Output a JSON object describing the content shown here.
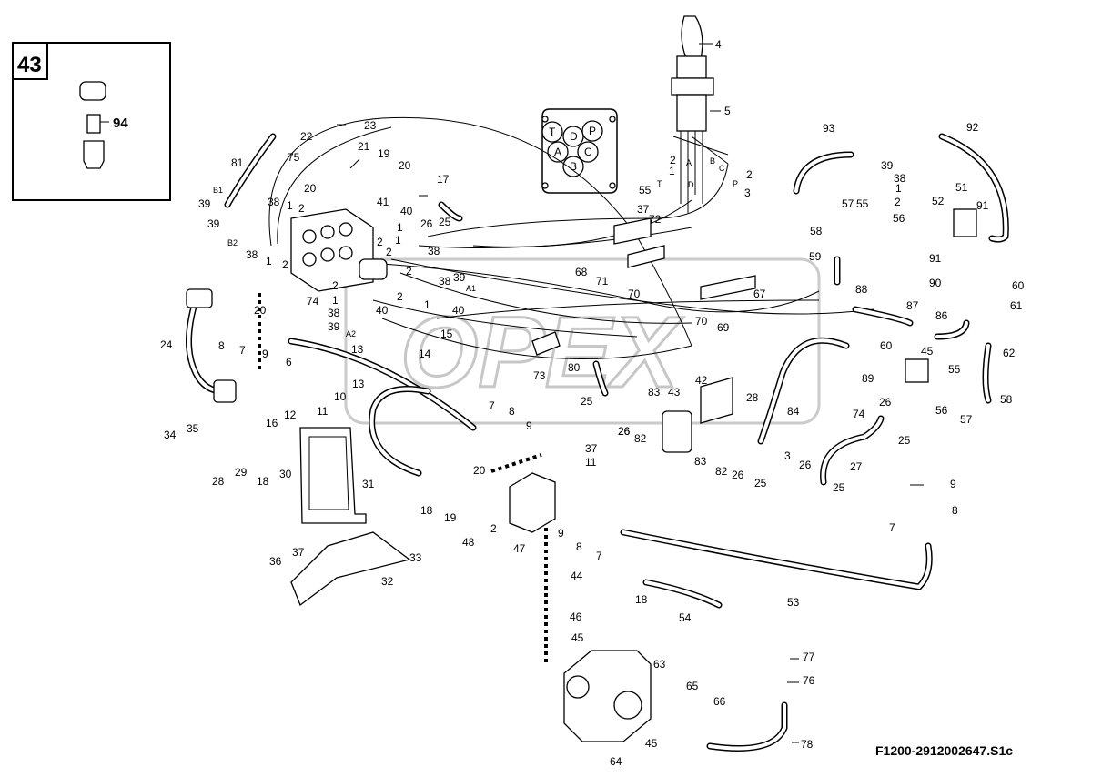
{
  "diagram": {
    "drawing_code": "F1200-2912002647.S1c",
    "inset": {
      "number": "43",
      "part_label": "94"
    },
    "watermark": "OPEX",
    "symbol_letters": [
      "T",
      "D",
      "P",
      "A",
      "C",
      "B"
    ],
    "port_labels": {
      "B1": "B1",
      "B2": "B2",
      "A1": "A1",
      "A2": "A2",
      "T": "T",
      "A": "A",
      "B": "B",
      "C": "C",
      "D": "D",
      "P": "P"
    },
    "callouts": [
      {
        "id": "c4",
        "text": "4"
      },
      {
        "id": "c5",
        "text": "5"
      },
      {
        "id": "c23",
        "text": "23"
      },
      {
        "id": "c22",
        "text": "22"
      },
      {
        "id": "c21",
        "text": "21"
      },
      {
        "id": "c19a",
        "text": "19"
      },
      {
        "id": "c20a",
        "text": "20"
      },
      {
        "id": "c81",
        "text": "81"
      },
      {
        "id": "c75",
        "text": "75"
      },
      {
        "id": "c17",
        "text": "17"
      },
      {
        "id": "c20b",
        "text": "20"
      },
      {
        "id": "c39a",
        "text": "39"
      },
      {
        "id": "c39b",
        "text": "39"
      },
      {
        "id": "c38a",
        "text": "38"
      },
      {
        "id": "c1a",
        "text": "1"
      },
      {
        "id": "c2a",
        "text": "2"
      },
      {
        "id": "c41",
        "text": "41"
      },
      {
        "id": "c40a",
        "text": "40"
      },
      {
        "id": "c26a",
        "text": "26"
      },
      {
        "id": "c25a",
        "text": "25"
      },
      {
        "id": "c1b",
        "text": "1"
      },
      {
        "id": "c2b",
        "text": "2"
      },
      {
        "id": "c38b",
        "text": "38"
      },
      {
        "id": "c2c",
        "text": "2"
      },
      {
        "id": "c1c",
        "text": "1"
      },
      {
        "id": "c2d",
        "text": "2"
      },
      {
        "id": "c39c",
        "text": "39"
      },
      {
        "id": "c38c",
        "text": "38"
      },
      {
        "id": "c2e",
        "text": "2"
      },
      {
        "id": "c1d",
        "text": "1"
      },
      {
        "id": "c40b",
        "text": "40"
      },
      {
        "id": "c74",
        "text": "74"
      },
      {
        "id": "c38d",
        "text": "38"
      },
      {
        "id": "c1e",
        "text": "1"
      },
      {
        "id": "c2f",
        "text": "2"
      },
      {
        "id": "c2g",
        "text": "2"
      },
      {
        "id": "c1f",
        "text": "1"
      },
      {
        "id": "c38e",
        "text": "38"
      },
      {
        "id": "c39d",
        "text": "39"
      },
      {
        "id": "c40c",
        "text": "40"
      },
      {
        "id": "c20c",
        "text": "20"
      },
      {
        "id": "c15",
        "text": "15"
      },
      {
        "id": "c13a",
        "text": "13"
      },
      {
        "id": "c14",
        "text": "14"
      },
      {
        "id": "c24",
        "text": "24"
      },
      {
        "id": "c8a",
        "text": "8"
      },
      {
        "id": "c7a",
        "text": "7"
      },
      {
        "id": "c9a",
        "text": "9"
      },
      {
        "id": "c6",
        "text": "6"
      },
      {
        "id": "c13b",
        "text": "13"
      },
      {
        "id": "c10",
        "text": "10"
      },
      {
        "id": "c16",
        "text": "16"
      },
      {
        "id": "c12",
        "text": "12"
      },
      {
        "id": "c11a",
        "text": "11"
      },
      {
        "id": "c34",
        "text": "34"
      },
      {
        "id": "c35",
        "text": "35"
      },
      {
        "id": "c28a",
        "text": "28"
      },
      {
        "id": "c29",
        "text": "29"
      },
      {
        "id": "c18a",
        "text": "18"
      },
      {
        "id": "c30",
        "text": "30"
      },
      {
        "id": "c31",
        "text": "31"
      },
      {
        "id": "c36",
        "text": "36"
      },
      {
        "id": "c37a",
        "text": "37"
      },
      {
        "id": "c33",
        "text": "33"
      },
      {
        "id": "c32",
        "text": "32"
      },
      {
        "id": "c7b",
        "text": "7"
      },
      {
        "id": "c8b",
        "text": "8"
      },
      {
        "id": "c9b",
        "text": "9"
      },
      {
        "id": "c37b",
        "text": "37"
      },
      {
        "id": "c11b",
        "text": "11"
      },
      {
        "id": "c20d",
        "text": "20"
      },
      {
        "id": "c18b",
        "text": "18"
      },
      {
        "id": "c19b",
        "text": "19"
      },
      {
        "id": "c2h",
        "text": "2"
      },
      {
        "id": "c48",
        "text": "48"
      },
      {
        "id": "c47",
        "text": "47"
      },
      {
        "id": "c9c",
        "text": "9"
      },
      {
        "id": "c8c",
        "text": "8"
      },
      {
        "id": "c7c",
        "text": "7"
      },
      {
        "id": "c73",
        "text": "73"
      },
      {
        "id": "c80",
        "text": "80"
      },
      {
        "id": "c25b",
        "text": "25"
      },
      {
        "id": "c26b",
        "text": "26"
      },
      {
        "id": "c83a",
        "text": "83"
      },
      {
        "id": "c43",
        "text": "43"
      },
      {
        "id": "c42",
        "text": "42"
      },
      {
        "id": "c28b",
        "text": "28"
      },
      {
        "id": "c26c",
        "text": "26"
      },
      {
        "id": "c82a",
        "text": "82"
      },
      {
        "id": "c83b",
        "text": "83"
      },
      {
        "id": "c82b",
        "text": "82"
      },
      {
        "id": "c26d",
        "text": "26"
      },
      {
        "id": "c25c",
        "text": "25"
      },
      {
        "id": "c84",
        "text": "84"
      },
      {
        "id": "c2i",
        "text": "2"
      },
      {
        "id": "c1g",
        "text": "1"
      },
      {
        "id": "c55a",
        "text": "55"
      },
      {
        "id": "c2j",
        "text": "2"
      },
      {
        "id": "c3a",
        "text": "3"
      },
      {
        "id": "c37c",
        "text": "37"
      },
      {
        "id": "c72",
        "text": "72"
      },
      {
        "id": "c68",
        "text": "68"
      },
      {
        "id": "c71",
        "text": "71"
      },
      {
        "id": "c70a",
        "text": "70"
      },
      {
        "id": "c67",
        "text": "67"
      },
      {
        "id": "c70b",
        "text": "70"
      },
      {
        "id": "c69",
        "text": "69"
      },
      {
        "id": "c93",
        "text": "93"
      },
      {
        "id": "c92",
        "text": "92"
      },
      {
        "id": "c39e",
        "text": "39"
      },
      {
        "id": "c38f",
        "text": "38"
      },
      {
        "id": "c1h",
        "text": "1"
      },
      {
        "id": "c2k",
        "text": "2"
      },
      {
        "id": "c57a",
        "text": "57"
      },
      {
        "id": "c55b",
        "text": "55"
      },
      {
        "id": "c58a",
        "text": "58"
      },
      {
        "id": "c56a",
        "text": "56"
      },
      {
        "id": "c59",
        "text": "59"
      },
      {
        "id": "c52",
        "text": "52"
      },
      {
        "id": "c51",
        "text": "51"
      },
      {
        "id": "c91a",
        "text": "91"
      },
      {
        "id": "c91b",
        "text": "91"
      },
      {
        "id": "c90",
        "text": "90"
      },
      {
        "id": "c60a",
        "text": "60"
      },
      {
        "id": "c61",
        "text": "61"
      },
      {
        "id": "c88",
        "text": "88"
      },
      {
        "id": "c87",
        "text": "87"
      },
      {
        "id": "c86",
        "text": "86"
      },
      {
        "id": "c60b",
        "text": "60"
      },
      {
        "id": "c45a",
        "text": "45"
      },
      {
        "id": "c62",
        "text": "62"
      },
      {
        "id": "c89",
        "text": "89"
      },
      {
        "id": "c55c",
        "text": "55"
      },
      {
        "id": "c56b",
        "text": "56"
      },
      {
        "id": "c57b",
        "text": "57"
      },
      {
        "id": "c58b",
        "text": "58"
      },
      {
        "id": "c26e",
        "text": "26"
      },
      {
        "id": "c74b",
        "text": "74"
      },
      {
        "id": "c25d",
        "text": "25"
      },
      {
        "id": "c3b",
        "text": "3"
      },
      {
        "id": "c26f",
        "text": "26"
      },
      {
        "id": "c25e",
        "text": "25"
      },
      {
        "id": "c27",
        "text": "27"
      },
      {
        "id": "c9d",
        "text": "9"
      },
      {
        "id": "c8d",
        "text": "8"
      },
      {
        "id": "c7d",
        "text": "7"
      },
      {
        "id": "c53",
        "text": "53"
      },
      {
        "id": "c44",
        "text": "44"
      },
      {
        "id": "c18c",
        "text": "18"
      },
      {
        "id": "c54",
        "text": "54"
      },
      {
        "id": "c46",
        "text": "46"
      },
      {
        "id": "c45b",
        "text": "45"
      },
      {
        "id": "c63",
        "text": "63"
      },
      {
        "id": "c77",
        "text": "77"
      },
      {
        "id": "c76",
        "text": "76"
      },
      {
        "id": "c65",
        "text": "65"
      },
      {
        "id": "c66",
        "text": "66"
      },
      {
        "id": "c45c",
        "text": "45"
      },
      {
        "id": "c64",
        "text": "64"
      },
      {
        "id": "c78",
        "text": "78"
      }
    ]
  }
}
